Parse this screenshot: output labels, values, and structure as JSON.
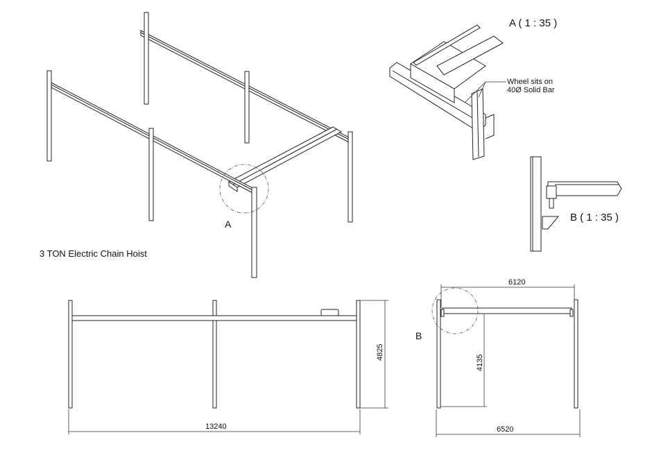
{
  "title_note": "3 TON Electric Chain Hoist",
  "detail_a": {
    "callout": "A",
    "label": "A ( 1 : 35 )",
    "note_line1": "Wheel sits on",
    "note_line2": "40Ø Solid Bar"
  },
  "detail_b": {
    "callout": "B",
    "label": "B ( 1 : 35 )"
  },
  "dimensions": {
    "front_length": "13240",
    "front_height": "4825",
    "side_span_inner": "6120",
    "side_span_outer": "6520",
    "side_clear_height": "4135"
  }
}
